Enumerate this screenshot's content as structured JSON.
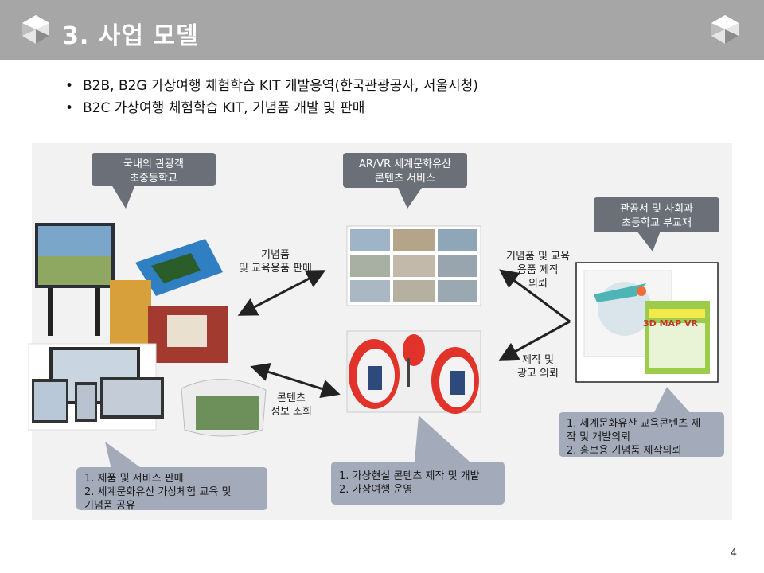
{
  "slide": {
    "title": "3. 사업 모델",
    "page_number": "4"
  },
  "bullets": [
    "B2B, B2G 가상여행 체험학습 KIT 개발용역(한국관광공사, 서울시청)",
    "B2C 가상여행 체험학습 KIT, 기념품 개발 및 판매"
  ],
  "callouts": {
    "customers": [
      "국내외 관광객",
      "초중등학교"
    ],
    "service": [
      "AR/VR 세계문화유산",
      "콘텐츠 서비스"
    ],
    "public": [
      "관공서 및 사회과",
      "초등학교 부교재"
    ]
  },
  "arrow_labels": {
    "sell": [
      "기념품",
      "및 교육용품 판매"
    ],
    "lookup": [
      "콘텐츠",
      "정보 조회"
    ],
    "produce_req": [
      "기념품 및 교육",
      "용품 제작",
      "의뢰"
    ],
    "ad_req": [
      "제작 및",
      "광고 의뢰"
    ]
  },
  "notes": {
    "left": [
      "1. 제품 및 서비스 판매",
      "2. 세계문화유산 가상체험 교육 및",
      "    기념품 공유"
    ],
    "center": [
      "1. 가상현실 콘텐츠 제작 및 개발",
      "2. 가상여행 운영"
    ],
    "right": [
      "1. 세계문화유산 교육콘텐츠 제",
      "작 및 개발의뢰",
      "2. 홍보용 기념품 제작의뢰"
    ]
  },
  "images": {
    "product_photos": "product-collage-icon",
    "heritage_grid": "heritage-photo-grid-icon",
    "vr_experience": "vr-experience-photo-icon",
    "textbook": "textbook-cover-icon"
  },
  "textbook_badge": "3D MAP VR"
}
